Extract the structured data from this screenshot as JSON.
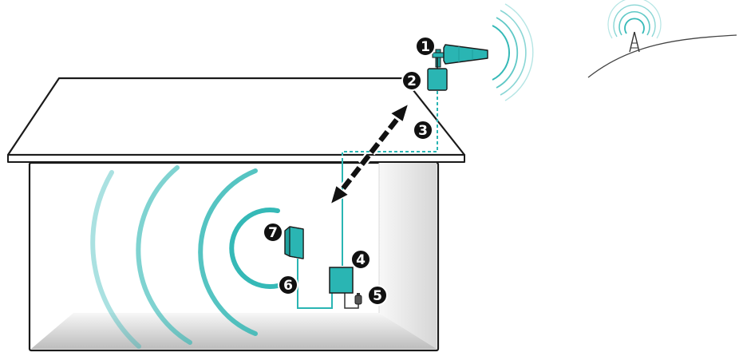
{
  "colors": {
    "accent": "#2ab5b3",
    "accent_dark": "#1f9f9c",
    "outline": "#1a1a1a",
    "badge": "#111111",
    "arrow": "#111111",
    "wall": "#f3f3f3"
  },
  "callouts": [
    {
      "number": "1",
      "label": "outside-antenna"
    },
    {
      "number": "2",
      "label": "outside-unit"
    },
    {
      "number": "3",
      "label": "outdoor-cable"
    },
    {
      "number": "4",
      "label": "booster-unit"
    },
    {
      "number": "5",
      "label": "power-supply"
    },
    {
      "number": "6",
      "label": "indoor-cable"
    },
    {
      "number": "7",
      "label": "inside-antenna"
    }
  ],
  "icons": [
    "cell-tower-icon",
    "signal-waves-icon",
    "signal-direction-arrow-icon"
  ]
}
